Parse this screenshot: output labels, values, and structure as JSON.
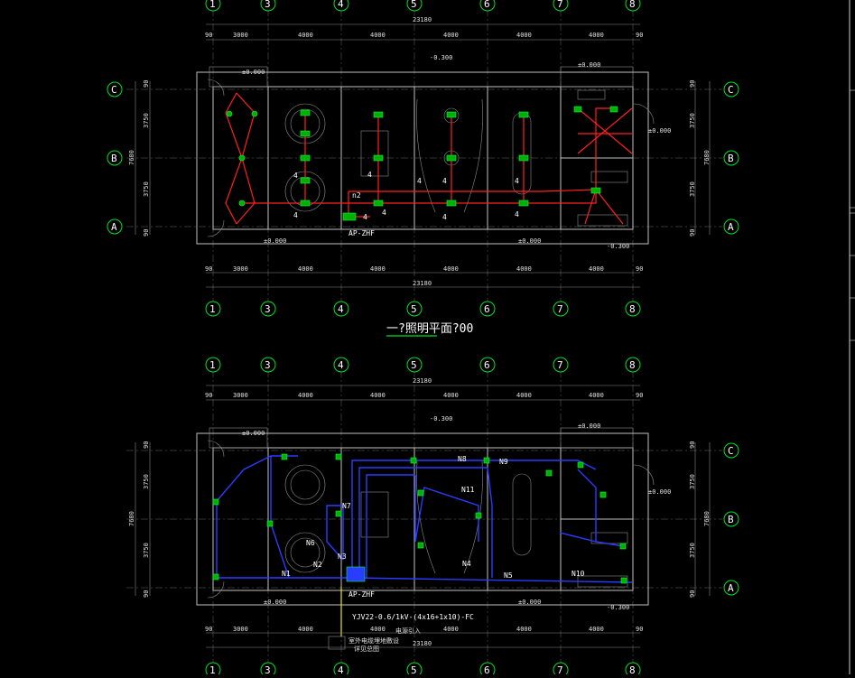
{
  "axes": {
    "columns": [
      "1",
      "3",
      "4",
      "5",
      "6",
      "7",
      "8"
    ],
    "rows": [
      "C",
      "B",
      "A"
    ]
  },
  "dimensions": {
    "overall": "23180",
    "end_margin_left": "90",
    "end_margin_right": "90",
    "spans": [
      "3000",
      "4000",
      "4000",
      "4000",
      "4000",
      "4000"
    ],
    "bay_spans": [
      "3750",
      "3750"
    ],
    "bay_total": "7680",
    "edge_margin": "90"
  },
  "upper_plan": {
    "title": "一?照明平面?00",
    "panel_label": "AP-ZHF",
    "elevations": {
      "top_left": "±0.000",
      "top_mid": "-0.300",
      "top_right": "±0.000",
      "right_mid": "±0.000",
      "bottom_left": "±0.000",
      "bottom_mid": "±0.000",
      "bottom_right": "-0.300"
    },
    "circuit_label": "n2",
    "count_labels": [
      "4",
      "4",
      "4",
      "4",
      "4",
      "4",
      "4",
      "4",
      "4",
      "4"
    ]
  },
  "lower_plan": {
    "panel_label": "AP-ZHF",
    "cable_spec": "YJV22-0.6/1kV-(4x16+1x10)-FC",
    "note_small": "电源引入",
    "note_line_1": "室外电缆埋地敷设",
    "note_line_2": "详见总图",
    "elevations": {
      "top_left": "±0.000",
      "top_mid": "-0.300",
      "top_right": "±0.000",
      "right_mid": "±0.000",
      "bottom_left": "±0.000",
      "bottom_mid": "±0.000",
      "bottom_right": "-0.300"
    },
    "circuits": [
      "N1",
      "N2",
      "N3",
      "N4",
      "N5",
      "N6",
      "N7",
      "N8",
      "N9",
      "N10",
      "N11"
    ]
  },
  "colors": {
    "background": "#000000",
    "axis_circle": "#00e020",
    "lighting_circuit": "#ff2020",
    "power_circuit": "#2a3cff",
    "feeder": "#e8e800",
    "walls": "#bfbfbf"
  }
}
